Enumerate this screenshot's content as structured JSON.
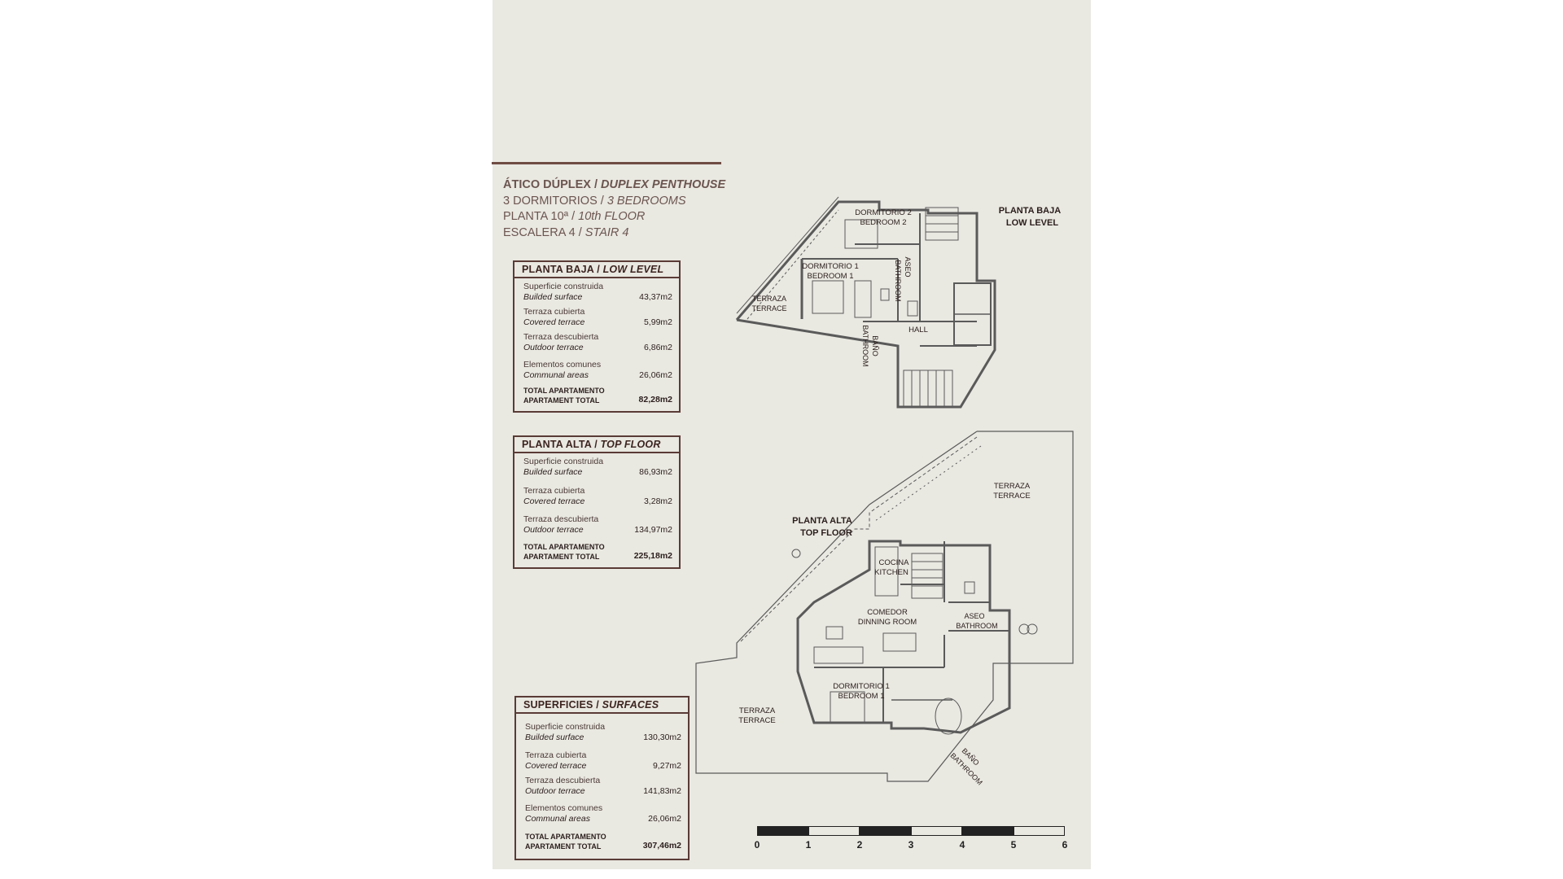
{
  "header": {
    "line1_es": "ÁTICO DÚPLEX",
    "line1_en": "DUPLEX PENTHOUSE",
    "line2_es": "3 DORMITORIOS",
    "line2_en": "3 BEDROOMS",
    "line3_es": "PLANTA 10ª",
    "line3_en": "10th FLOOR",
    "line4_es": "ESCALERA 4",
    "line4_en": "STAIR 4",
    "separator": " / "
  },
  "low_level_box": {
    "title_es": "PLANTA BAJA",
    "title_en": "LOW LEVEL",
    "rows": [
      {
        "es": "Superficie construida",
        "en": "Builded surface",
        "value": "43,37m2"
      },
      {
        "es": "Terraza cubierta",
        "en": "Covered terrace",
        "value": "5,99m2"
      },
      {
        "es": "Terraza descubierta",
        "en": "Outdoor terrace",
        "value": "6,86m2"
      },
      {
        "es": "Elementos comunes",
        "en": "Communal areas",
        "value": "26,06m2"
      }
    ],
    "total": {
      "es": "TOTAL APARTAMENTO",
      "en": "APARTAMENT TOTAL",
      "value": "82,28m2"
    }
  },
  "top_floor_box": {
    "title_es": "PLANTA ALTA",
    "title_en": "TOP FLOOR",
    "rows": [
      {
        "es": "Superficie construida",
        "en": "Builded surface",
        "value": "86,93m2"
      },
      {
        "es": "Terraza cubierta",
        "en": "Covered terrace",
        "value": "3,28m2"
      },
      {
        "es": "Terraza descubierta",
        "en": "Outdoor terrace",
        "value": "134,97m2"
      }
    ],
    "total": {
      "es": "TOTAL APARTAMENTO",
      "en": "APARTAMENT TOTAL",
      "value": "225,18m2"
    }
  },
  "surfaces_box": {
    "title_es": "SUPERFICIES",
    "title_en": "SURFACES",
    "rows": [
      {
        "es": "Superficie construida",
        "en": "Builded surface",
        "value": "130,30m2"
      },
      {
        "es": "Terraza cubierta",
        "en": "Covered terrace",
        "value": "9,27m2"
      },
      {
        "es": "Terraza descubierta",
        "en": "Outdoor terrace",
        "value": "141,83m2"
      },
      {
        "es": "Elementos comunes",
        "en": "Communal areas",
        "value": "26,06m2"
      }
    ],
    "total": {
      "es": "TOTAL APARTAMENTO",
      "en": "APARTAMENT TOTAL",
      "value": "307,46m2"
    }
  },
  "low_plan": {
    "title_es": "PLANTA BAJA",
    "title_en": "LOW LEVEL",
    "dorm2_es": "DORMITORIO 2",
    "dorm2_en": "BEDROOM 2",
    "dorm1_es": "DORMITORIO 1",
    "dorm1_en": "BEDROOM 1",
    "terrace_es": "TERRAZA",
    "terrace_en": "TERRACE",
    "aseo_es": "ASEO",
    "aseo_en": "BATHROOM",
    "hall": "HALL",
    "bano_es": "BAÑO",
    "bano_en": "BATHROOM"
  },
  "top_plan": {
    "title_es": "PLANTA ALTA",
    "title_en": "TOP FLOOR",
    "terrace_es": "TERRAZA",
    "terrace_en": "TERRACE",
    "kitchen_es": "COCINA",
    "kitchen_en": "KITCHEN",
    "dining_es": "COMEDOR",
    "dining_en": "DINNING ROOM",
    "aseo_es": "ASEO",
    "aseo_en": "BATHROOM",
    "dorm1_es": "DORMITORIO 1",
    "dorm1_en": "BEDROOM 1",
    "terrace2_es": "TERRAZA",
    "terrace2_en": "TERRACE",
    "bano_es": "BAÑO",
    "bano_en": "BATHROOM"
  },
  "scale": {
    "ticks": [
      "0",
      "1",
      "2",
      "3",
      "4",
      "5",
      "6"
    ]
  },
  "colors": {
    "sheet": "#e9e8e1",
    "accent": "#6e4c44",
    "wall": "#5a5a5a",
    "text": "#2b1e1c"
  }
}
